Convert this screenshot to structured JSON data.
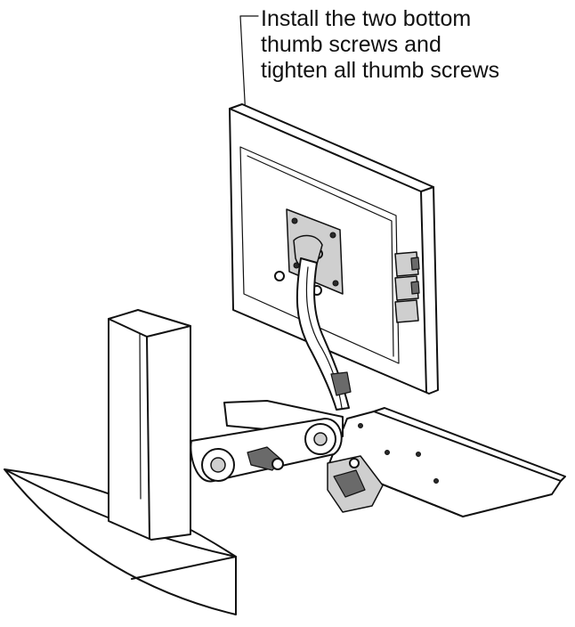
{
  "callout": {
    "lines": [
      "Install the two bottom",
      "thumb screws and",
      "tighten all thumb screws"
    ]
  },
  "colors": {
    "line": "#111111",
    "background": "#ffffff",
    "shade": "#cfcfcf",
    "dark": "#6a6a6a"
  }
}
